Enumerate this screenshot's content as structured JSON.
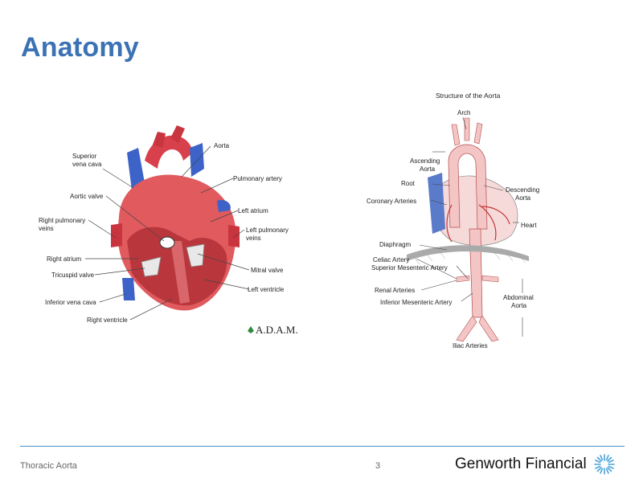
{
  "slide": {
    "title": "Anatomy",
    "footer_text": "Thoracic Aorta",
    "page_number": "3"
  },
  "brand": {
    "name_part1": "Genworth",
    "name_part2": "Financial",
    "accent": "#3b72b4",
    "star_color": "#4aa3d8"
  },
  "heart_diagram": {
    "credit": "A.D.A.M.",
    "labels": {
      "superior_vena_cava_1": "Superior",
      "superior_vena_cava_2": "vena cava",
      "aorta": "Aorta",
      "pulmonary_artery": "Pulmonary artery",
      "aortic_valve": "Aortic valve",
      "left_atrium": "Left atrium",
      "right_pulmonary_veins_1": "Right pulmonary",
      "right_pulmonary_veins_2": "veins",
      "left_pulmonary_veins_1": "Left pulmonary",
      "left_pulmonary_veins_2": "veins",
      "right_atrium": "Right atrium",
      "mitral_valve": "Mitral valve",
      "tricuspid_valve": "Tricuspid valve",
      "left_ventricle": "Left ventricle",
      "inferior_vena_cava": "Inferior vena cava",
      "right_ventricle": "Right ventricle"
    }
  },
  "aorta_diagram": {
    "title": "Structure of the Aorta",
    "labels": {
      "arch": "Arch",
      "ascending_aorta_1": "Ascending",
      "ascending_aorta_2": "Aorta",
      "root": "Root",
      "descending_aorta_1": "Descending",
      "descending_aorta_2": "Aorta",
      "coronary_arteries": "Coronary Arteries",
      "heart": "Heart",
      "diaphragm": "Diaphragm",
      "celiac_artery": "Celiac Artery",
      "superior_mesenteric_artery": "Superior Mesenteric Artery",
      "renal_arteries": "Renal Arteries",
      "inferior_mesenteric_artery": "Inferior Mesenteric Artery",
      "abdominal_aorta_1": "Abdominal",
      "abdominal_aorta_2": "Aorta",
      "iliac_arteries": "Iliac Arteries"
    }
  }
}
